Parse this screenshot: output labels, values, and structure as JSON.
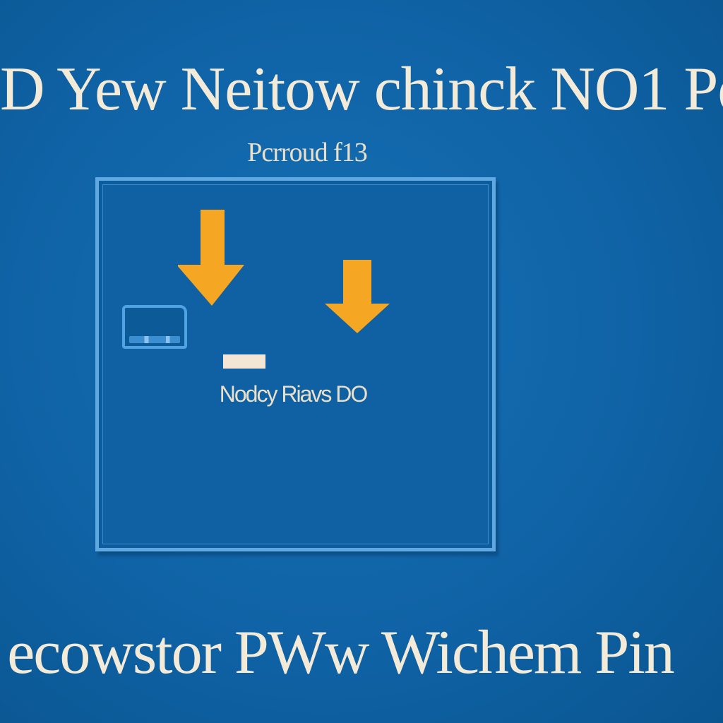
{
  "banner": {
    "top_text": "D Yew Neitow chinck NO1 Pe",
    "bottom_text": "ecowstor PWw Wichem Pin"
  },
  "panel": {
    "caption": "Pcrroud f13",
    "status": "Nodcy Riavs DO",
    "input_value": ""
  },
  "icons": {
    "arrow_left": "arrow-down-icon",
    "arrow_right": "arrow-down-icon",
    "drive": "drive-icon"
  },
  "colors": {
    "background": "#0f63a6",
    "panel_border": "#5fa8e0",
    "arrow": "#f5a623",
    "text": "#f3ead8"
  }
}
